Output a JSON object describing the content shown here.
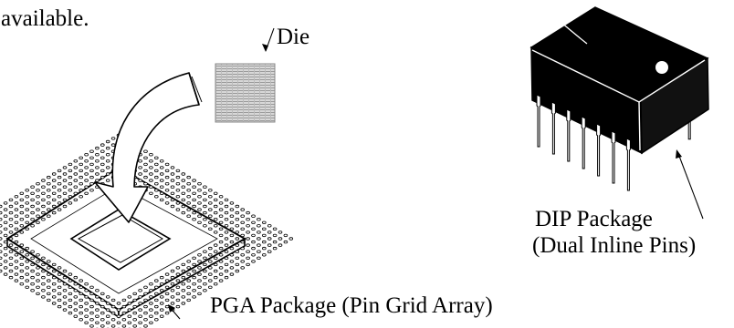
{
  "intro_text": "available.",
  "labels": {
    "die": "Die",
    "pga": "PGA Package (Pin Grid Array)",
    "dip_line1": "DIP Package",
    "dip_line2": "(Dual Inline Pins)"
  }
}
